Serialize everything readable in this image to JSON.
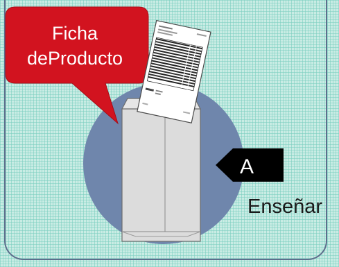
{
  "callout": {
    "line1": "Ficha",
    "line2": "deProducto",
    "color": "#d2131f"
  },
  "marker": {
    "letter": "A",
    "color": "#000000"
  },
  "action": {
    "label": "Enseñar"
  },
  "colors": {
    "background": "#c9ece4",
    "grid_lines": "#78cdbe",
    "frame": "#5d6e8c",
    "circle": "#6f86ac",
    "envelope": "#dcdcdc"
  },
  "icons": [
    "product-sheet-document-icon",
    "envelope-icon"
  ]
}
